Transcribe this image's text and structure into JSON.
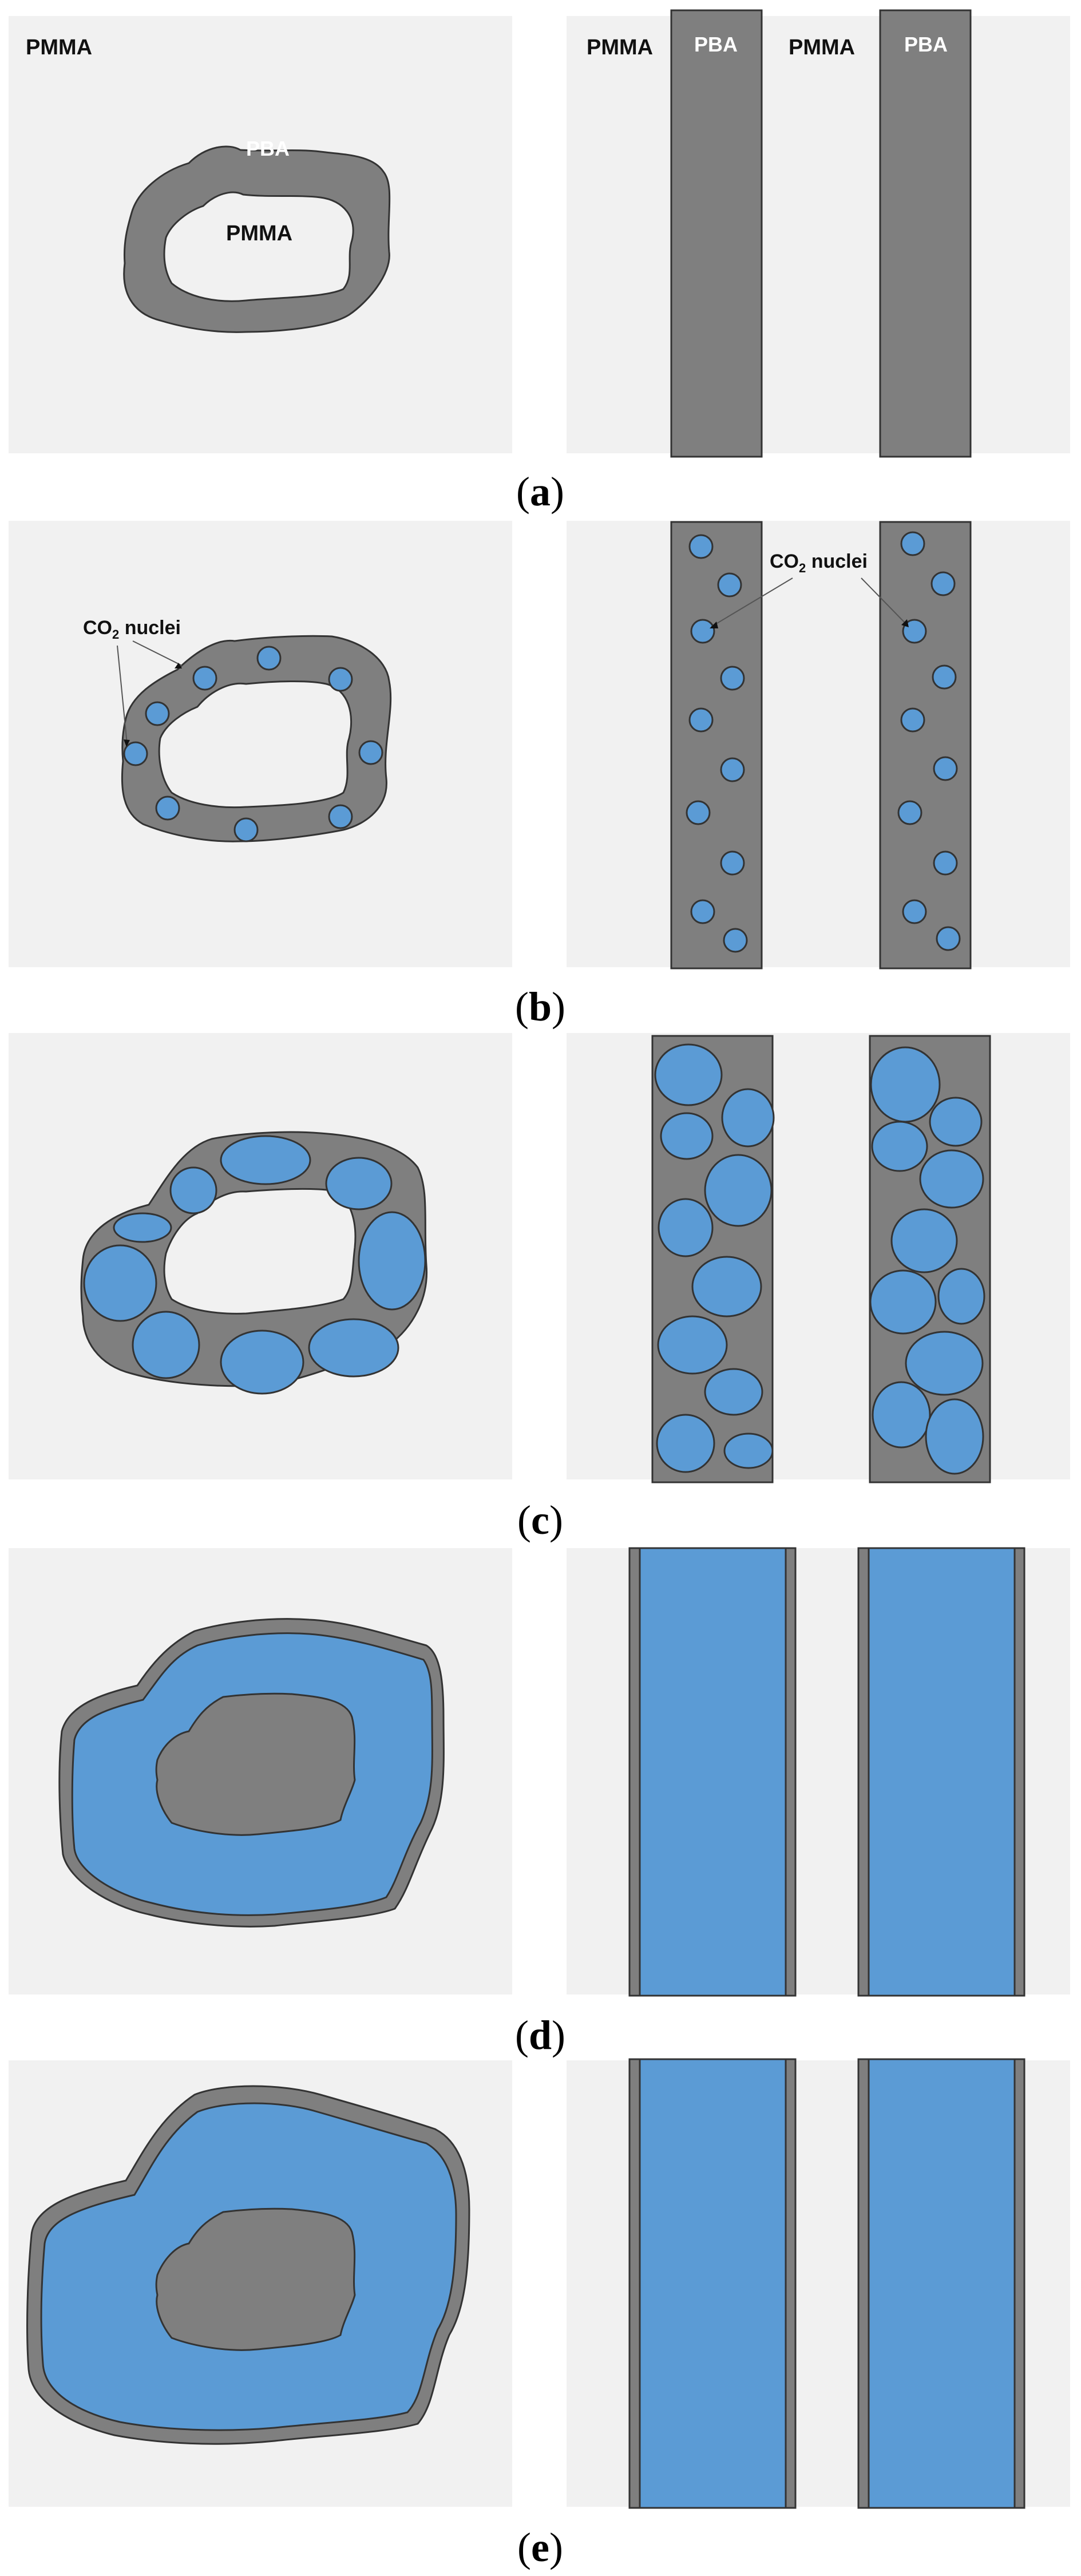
{
  "colors": {
    "panel_background": "#f1f1f1",
    "pba_gray": "#7f7f7f",
    "co2_blue": "#5b9bd5",
    "outline": "#333333"
  },
  "labels": {
    "pmma": "PMMA",
    "pba": "PBA",
    "co2_nuclei_prefix": "CO",
    "co2_nuclei_subscript": "2",
    "co2_nuclei_suffix": " nuclei"
  },
  "captions": [
    {
      "open": "(",
      "letter": "a",
      "close": ")"
    },
    {
      "open": "(",
      "letter": "b",
      "close": ")"
    },
    {
      "open": "(",
      "letter": "c",
      "close": ")"
    },
    {
      "open": "(",
      "letter": "d",
      "close": ")"
    },
    {
      "open": "(",
      "letter": "e",
      "close": ")"
    }
  ]
}
